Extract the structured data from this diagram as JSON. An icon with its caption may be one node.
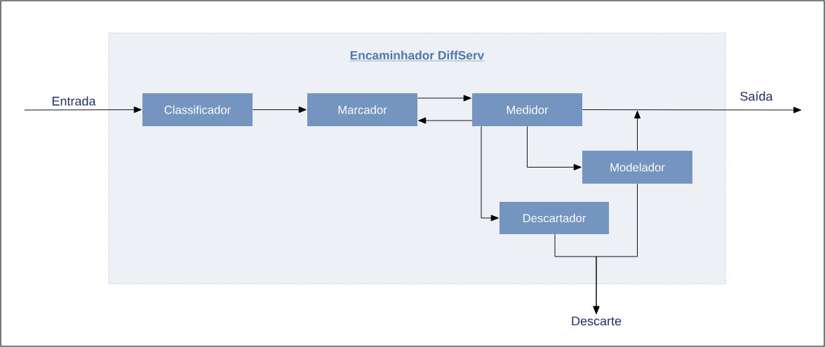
{
  "diagram": {
    "nodes": [
      {
        "text": [
          "Encaminhador DiffServ"
        ]
      },
      {
        "text": [
          "Classificador"
        ],
        "in": 0
      },
      {
        "text": [
          "Marcador"
        ],
        "in": 0
      },
      {
        "text": [
          "Medidor"
        ],
        "in": 0
      },
      {
        "text": [
          "Modelador"
        ],
        "in": 0
      },
      {
        "text": [
          "Descartador"
        ],
        "in": 0
      },
      {
        "text": [
          "Descarte"
        ]
      }
    ],
    "edges": [
      {
        "from": null,
        "to": 1,
        "arrow": "to",
        "label": "Entrada"
      },
      {
        "from": 1,
        "to": 2,
        "arrow": "to"
      },
      {
        "from": 2,
        "to": 3,
        "arrow": "to"
      },
      {
        "from": 3,
        "to": 2,
        "arrow": "to"
      },
      {
        "from": 3,
        "to": null,
        "arrow": "to",
        "label": "Saída"
      },
      {
        "from": 3,
        "to": 4,
        "arrow": "to"
      },
      {
        "from": 3,
        "to": 5,
        "arrow": "to"
      },
      {
        "from": 4,
        "to": null,
        "arrow": "to"
      },
      {
        "from": 5,
        "to": 6,
        "arrow": "to"
      },
      {
        "from": 4,
        "to": 6,
        "arrow": "to"
      }
    ]
  }
}
